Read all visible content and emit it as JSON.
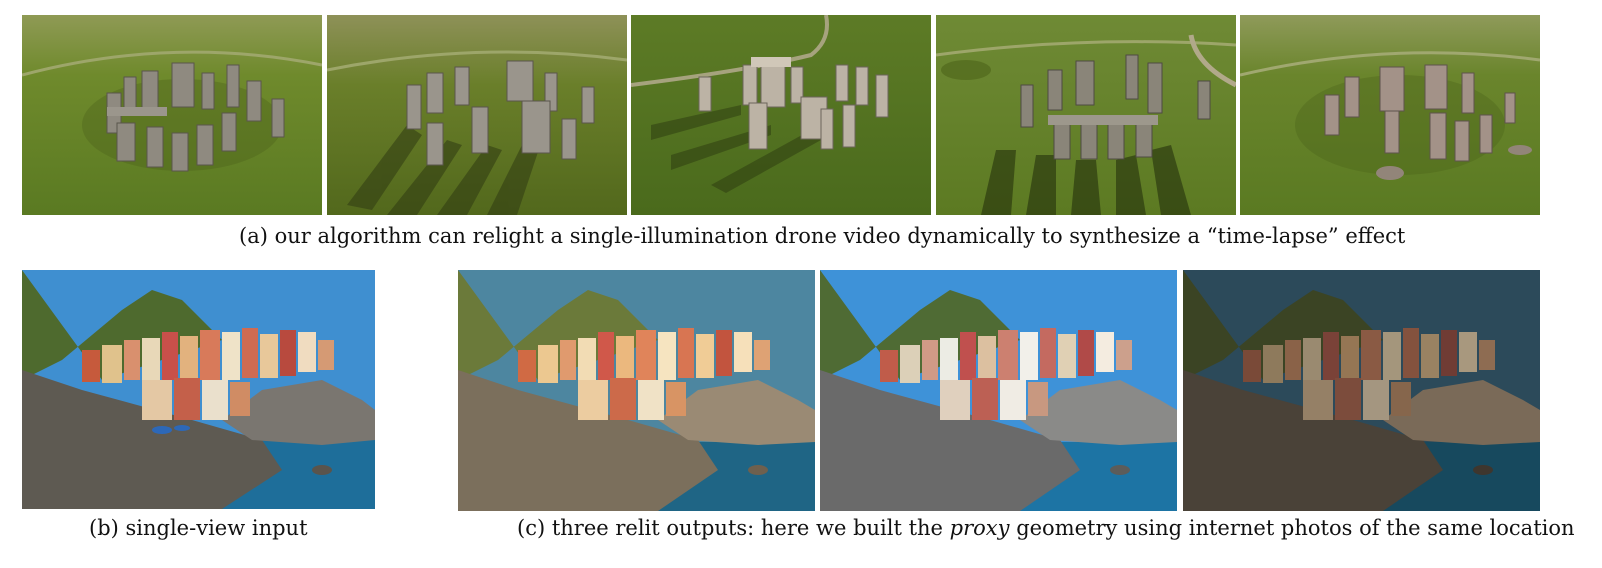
{
  "figure": {
    "row_a": {
      "images": [
        {
          "subject": "stonehenge-aerial",
          "lighting": "low sun, short shadows"
        },
        {
          "subject": "stonehenge-aerial",
          "lighting": "long shadows toward lower-left"
        },
        {
          "subject": "stonehenge-aerial",
          "lighting": "side light, shadows to left"
        },
        {
          "subject": "stonehenge-aerial",
          "lighting": "backlit, long shadows toward viewer"
        },
        {
          "subject": "stonehenge-aerial",
          "lighting": "soft light, pinkish stones"
        }
      ],
      "caption": "(a) our algorithm can relight a single-illumination drone video dynamically to synthesize a “time-lapse” effect"
    },
    "row_b": {
      "image": {
        "subject": "manarola-village",
        "lighting": "original input"
      },
      "caption": "(b) single-view input"
    },
    "row_c": {
      "images": [
        {
          "subject": "manarola-village",
          "lighting": "warm relit"
        },
        {
          "subject": "manarola-village",
          "lighting": "bright relit"
        },
        {
          "subject": "manarola-village",
          "lighting": "dark relit"
        }
      ],
      "caption_before": "(c) three relit outputs: here we built the ",
      "caption_em": "proxy",
      "caption_after": " geometry using internet photos of the same location"
    }
  },
  "colors": {
    "grass": "#6f8a2c",
    "stone": "#8f8a80",
    "sky": "#3f8fd0",
    "sea": "#1e6e9a",
    "cliff": "#6b665e"
  }
}
